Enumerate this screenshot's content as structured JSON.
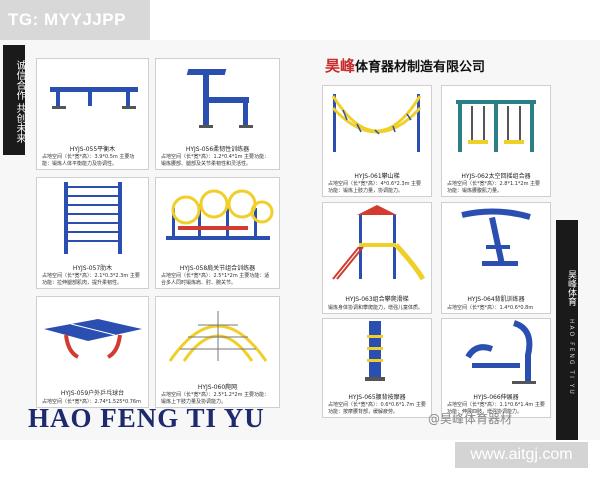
{
  "tag": "TG: MYYJJPP",
  "left_strip": "诚信合作 共创未来",
  "right_strip": {
    "title": "昊峰体育",
    "sub": "HAO FENG TI YU"
  },
  "company": {
    "brand": "昊峰",
    "rest": "体育器材制造有限公司"
  },
  "big_title": "HAO FENG TI YU",
  "watermark": "@昊峰体育器材",
  "url": "www.aitgj.com",
  "products": [
    {
      "code": "HYJS-055平衡木",
      "desc": "占地空间（长*宽*高）：3.9*0.5m 主要功能：锻炼人体平衡能力及协调性。"
    },
    {
      "code": "HYJS-056柔韧性训练器",
      "desc": "占地空间（长*宽*高）：1.2*0.4*1m 主要功能：锻炼腰部、腿部及关节柔韧性和灵活性。"
    },
    {
      "code": "HYJS-057肋木",
      "desc": "占地空间（长*宽*高）：2.1*0.3*2.3m 主要功能：拉伸腿部肌肉，提升柔韧性。"
    },
    {
      "code": "HYJS-058肩关节组合训练器",
      "desc": "占地空间（长*宽*高）：2.5*1*2m 主要功能：适合多人同时锻炼肩、肘、腕关节。"
    },
    {
      "code": "HYJS-059户外乒乓球台",
      "desc": "占地空间（长*宽*高）：2.74*1.525*0.76m"
    },
    {
      "code": "HYJS-060爬网",
      "desc": "占地空间（长*宽*高）：2.5*1.2*2m 主要功能：锻炼上下肢力量及协调能力。"
    },
    {
      "code": "HYJS-061攀山梯",
      "desc": "占地空间（长*宽*高）：4*0.6*2.3m 主要功能：锻炼上肢力量，协调能力。"
    },
    {
      "code": "HYJS-062太空回摇组合器",
      "desc": "占地空间（长*宽*高）：2.8*1.1*2m 主要功能：锻炼腰腹肌力量。"
    },
    {
      "code": "HYJS-063组合攀爬滑梯",
      "desc": "锻炼身体协调和攀爬能力，增强儿童体质。"
    },
    {
      "code": "HYJS-064背肌训练器",
      "desc": "占地空间（长*宽*高）：1.4*0.6*0.8m"
    },
    {
      "code": "HYJS-065腰背按摩器",
      "desc": "占地空间（长*宽*高）：0.6*0.6*1.7m 主要功能：按摩腰背部，缓解疲劳。"
    },
    {
      "code": "HYJS-066伸展器",
      "desc": "占地空间（长*宽*高）：1.1*0.6*1.4m 主要功能：伸展四肢，增强协调能力。"
    }
  ],
  "colors": {
    "blue": "#2a4fb0",
    "yellow": "#f0cf29",
    "red": "#d23b2f",
    "teal": "#2b7f86",
    "navy": "#1d2a6e"
  }
}
